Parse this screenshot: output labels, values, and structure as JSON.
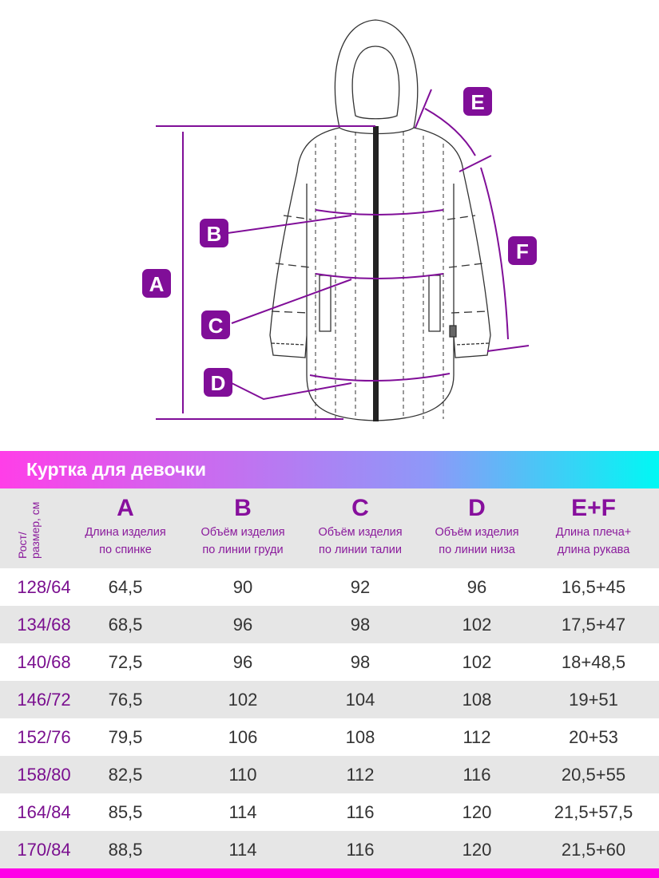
{
  "diagram": {
    "labels": [
      "A",
      "B",
      "C",
      "D",
      "E",
      "F"
    ]
  },
  "title": "Куртка для девочки",
  "header": {
    "size_label": [
      "Рост/",
      "размер, см"
    ],
    "columns": [
      {
        "letter": "A",
        "desc1": "Длина изделия",
        "desc2": "по спинке"
      },
      {
        "letter": "B",
        "desc1": "Объём изделия",
        "desc2": "по линии груди"
      },
      {
        "letter": "C",
        "desc1": "Объём изделия",
        "desc2": "по линии талии"
      },
      {
        "letter": "D",
        "desc1": "Объём изделия",
        "desc2": "по линии низа"
      },
      {
        "letter": "E+F",
        "desc1": "Длина плеча+",
        "desc2": "длина рукава"
      }
    ]
  },
  "rows": [
    [
      "128/64",
      "64,5",
      "90",
      "92",
      "96",
      "16,5+45"
    ],
    [
      "134/68",
      "68,5",
      "96",
      "98",
      "102",
      "17,5+47"
    ],
    [
      "140/68",
      "72,5",
      "96",
      "98",
      "102",
      "18+48,5"
    ],
    [
      "146/72",
      "76,5",
      "102",
      "104",
      "108",
      "19+51"
    ],
    [
      "152/76",
      "79,5",
      "106",
      "108",
      "112",
      "20+53"
    ],
    [
      "158/80",
      "82,5",
      "110",
      "112",
      "116",
      "20,5+55"
    ],
    [
      "164/84",
      "85,5",
      "114",
      "116",
      "120",
      "21,5+57,5"
    ],
    [
      "170/84",
      "88,5",
      "114",
      "116",
      "120",
      "21,5+60"
    ]
  ],
  "colors": {
    "accent": "#800e98",
    "band_start": "#ff3ee8",
    "band_end": "#00f8f4",
    "footer": "#ff00e8"
  }
}
